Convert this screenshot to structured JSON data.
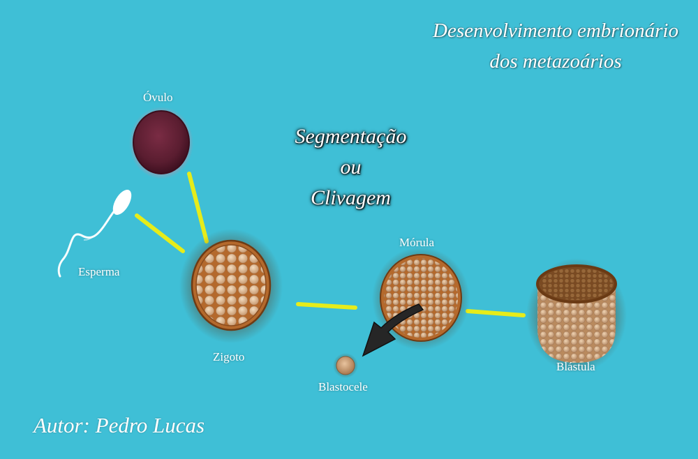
{
  "title": {
    "line1": "Desenvolvimento embrionário",
    "line2": "dos metazoários"
  },
  "process": {
    "line1": "Segmentação",
    "line2": "ou",
    "line3": "Clivagem"
  },
  "labels": {
    "ovulo": "Óvulo",
    "esperma": "Esperma",
    "zigoto": "Zigoto",
    "morula": "Mórula",
    "blastocele": "Blastocele",
    "blastula": "Blástula"
  },
  "author": "Autor: Pedro Lucas",
  "colors": {
    "background": "#3fbfd6",
    "connector": "#e6ec1a",
    "ovum": "#6b2438",
    "cell_shell": "#b0632a",
    "cell_bead": "#e7c49c",
    "arrow": "#2a2a2a"
  }
}
